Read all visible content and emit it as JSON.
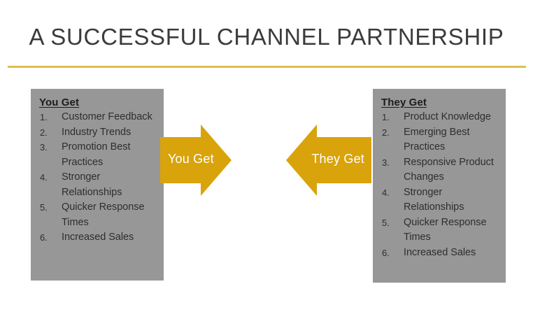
{
  "slide": {
    "title": "A SUCCESSFUL CHANNEL PARTNERSHIP",
    "accent_color": "#dfbf4e",
    "arrow_color": "#d9a30c",
    "panel_color": "#979797"
  },
  "left_panel": {
    "heading": "You Get",
    "items": [
      {
        "number": "1.",
        "text": "Customer Feedback"
      },
      {
        "number": "2.",
        "text": "Industry Trends"
      },
      {
        "number": "3.",
        "text": "Promotion Best Practices"
      },
      {
        "number": "4.",
        "text": "Stronger Relationships"
      },
      {
        "number": "5.",
        "text": "Quicker Response Times"
      },
      {
        "number": "6.",
        "text": "Increased Sales"
      }
    ]
  },
  "right_panel": {
    "heading": "They Get",
    "items": [
      {
        "number": "1.",
        "text": "Product Knowledge"
      },
      {
        "number": "2.",
        "text": "Emerging Best Practices"
      },
      {
        "number": "3.",
        "text": "Responsive Product Changes"
      },
      {
        "number": "4.",
        "text": "Stronger Relationships"
      },
      {
        "number": "5.",
        "text": "Quicker Response Times"
      },
      {
        "number": "6.",
        "text": "Increased Sales"
      }
    ]
  },
  "arrows": {
    "left": {
      "label": "You Get",
      "direction": "right"
    },
    "right": {
      "label": "They Get",
      "direction": "left"
    }
  }
}
